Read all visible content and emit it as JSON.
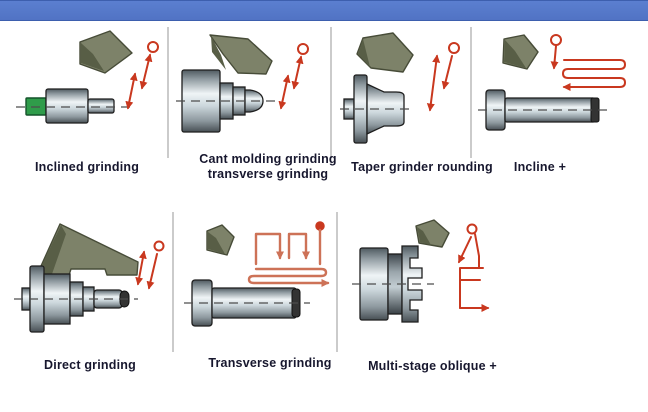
{
  "title": "Cylindrical grinding methods diagram",
  "header_bars": {
    "top_color": "#5578c9",
    "middle_color": "#5578c9"
  },
  "colors": {
    "accent_blue": "#5578c9",
    "wheel_olive": "#7d8269",
    "wheel_olive_dark": "#585e46",
    "arrow_red": "#c9381f",
    "arrow_red_soft": "#cd7257",
    "workpiece_green": "#2f9c4a",
    "label_text": "#17172e",
    "divider_gray": "#cbcbcb"
  },
  "panels": [
    {
      "id": "inclined-grinding",
      "row": 1,
      "label": "Inclined grinding",
      "icons": [
        "grinding-wheel-icon",
        "workpiece-shaft-icon",
        "incline-feed-arrows-icon"
      ]
    },
    {
      "id": "cant-molding-grinding",
      "row": 1,
      "label_line1": "Cant molding grinding",
      "label_line2": "transverse grinding",
      "icons": [
        "grinding-wheel-icon",
        "workpiece-chuck-icon",
        "incline-feed-arrows-icon"
      ]
    },
    {
      "id": "taper-grinder-rounding",
      "row": 1,
      "label": "Taper grinder rounding",
      "icons": [
        "grinding-wheel-icon",
        "workpiece-flange-icon",
        "incline-feed-arrows-icon"
      ]
    },
    {
      "id": "incline-plus",
      "row": 1,
      "label": "Incline +",
      "icons": [
        "grinding-wheel-icon",
        "workpiece-bolt-icon",
        "serpentine-feed-path-icon"
      ]
    },
    {
      "id": "direct-grinding",
      "row": 2,
      "label": "Direct grinding",
      "icons": [
        "grinding-wheel-long-icon",
        "workpiece-stepped-shaft-icon",
        "incline-feed-arrows-icon"
      ]
    },
    {
      "id": "transverse-grinding",
      "row": 2,
      "label": "Transverse grinding",
      "icons": [
        "grinding-wheel-icon",
        "workpiece-bolt-icon",
        "square-wave-feed-path-icon"
      ]
    },
    {
      "id": "multi-stage-oblique",
      "row": 2,
      "label": "Multi-stage oblique +",
      "icons": [
        "grinding-wheel-icon",
        "workpiece-multi-step-chuck-icon",
        "stepped-feed-path-icon"
      ]
    }
  ]
}
